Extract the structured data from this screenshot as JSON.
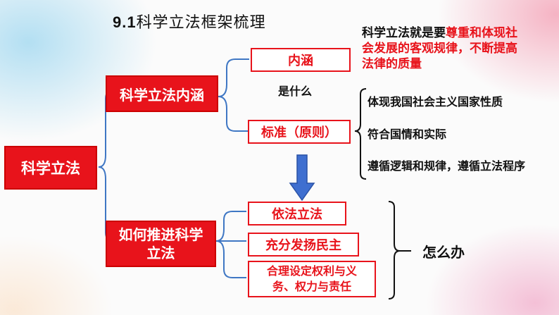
{
  "title": {
    "number": "9.1",
    "text": "科学立法框架梳理"
  },
  "root": {
    "label": "科学立法"
  },
  "branch_meaning": {
    "label": "科学立法内涵"
  },
  "branch_how": {
    "label": "如何推进科学立法",
    "line1": "如何推进科学",
    "line2": "立法"
  },
  "meaning_items": {
    "neihan": "内涵",
    "shishenme": "是什么",
    "biaozhun": "标准（原则）"
  },
  "note": {
    "prefix": "科学立法就是要",
    "highlight1": "尊重和体现社",
    "line2_highlight": "会发展的客观规律，不断提高",
    "line3_highlight": "法律的质量"
  },
  "principles": [
    "体现我国社会主义国家性质",
    "符合国情和实际",
    "遵循逻辑和规律，遵循立法程序"
  ],
  "how_items": {
    "item1": "依法立法",
    "item2": "充分发扬民主",
    "item3_line1": "合理设定权利与义",
    "item3_line2": "务、权力与责任"
  },
  "what_to_do": "怎么办",
  "colors": {
    "accent_red": "#e8131b",
    "connector_blue": "#3f77c4",
    "arrow_blue": "#3f6fd0"
  }
}
